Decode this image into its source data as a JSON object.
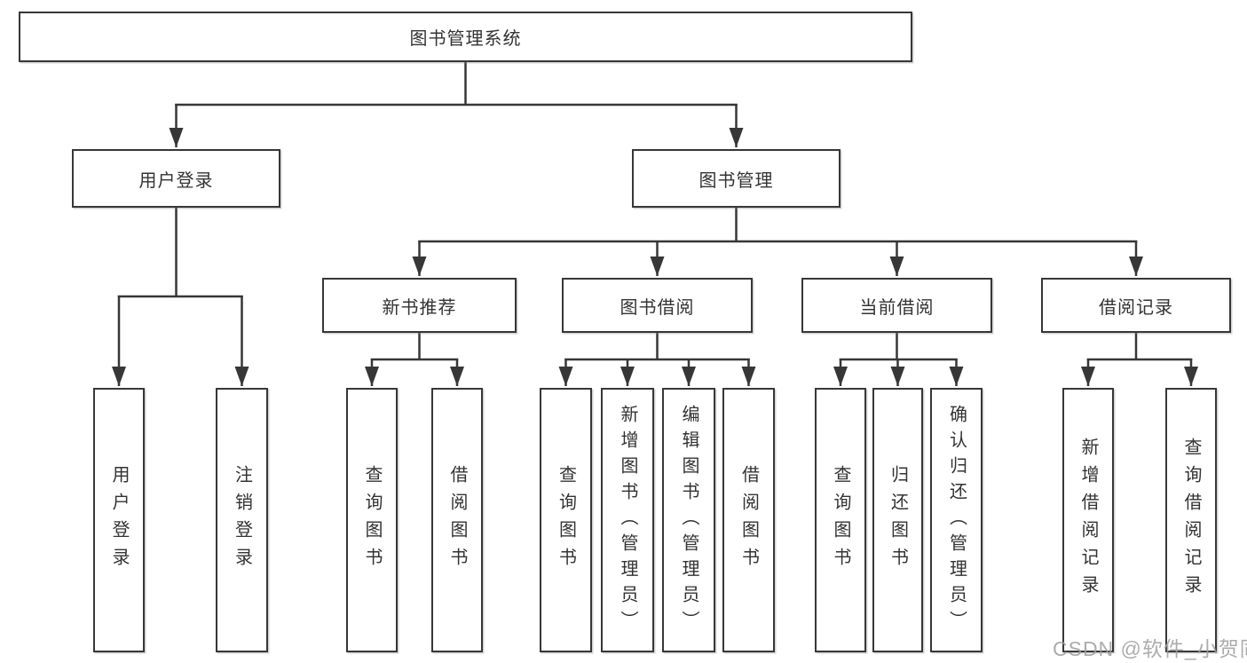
{
  "nodes": {
    "root": "图书管理系统",
    "user_login": "用户登录",
    "book_mgmt": "图书管理",
    "new_books": "新书推荐",
    "book_borrow": "图书借阅",
    "current_borrow": "当前借阅",
    "borrow_records": "借阅记录",
    "leaf_user_login": "用户登录",
    "leaf_logout": "注销登录",
    "leaf_newbooks_query": "查询图书",
    "leaf_newbooks_borrow": "借阅图书",
    "leaf_borrow_query": "查询图书",
    "leaf_borrow_add": "新增图书（管理员）",
    "leaf_borrow_edit": "编辑图书（管理员）",
    "leaf_borrow_lend": "借阅图书",
    "leaf_current_query": "查询图书",
    "leaf_current_return": "归还图书",
    "leaf_current_confirm": "确认归还（管理员）",
    "leaf_records_add": "新增借阅记录",
    "leaf_records_query": "查询借阅记录"
  },
  "watermark": "CSDN @软件_小贺同学",
  "colors": {
    "line": "#373737",
    "text": "#333333",
    "watermark": "#9e9e9e",
    "background": "#ffffff"
  }
}
